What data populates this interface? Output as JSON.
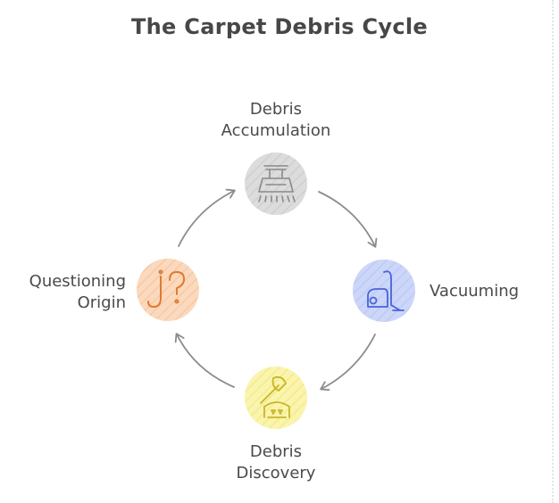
{
  "title": "The Carpet Debris Cycle",
  "nodes": [
    {
      "id": "accumulation",
      "label_lines": [
        "Debris",
        "Accumulation"
      ],
      "icon": "carpet-fringe-icon",
      "color": "#d6d6d6",
      "stroke": "#8a8a8a"
    },
    {
      "id": "vacuuming",
      "label_lines": [
        "Vacuuming"
      ],
      "icon": "vacuum-cleaner-icon",
      "color": "#c4cff7",
      "stroke": "#4a63d9"
    },
    {
      "id": "discovery",
      "label_lines": [
        "Debris",
        "Discovery"
      ],
      "icon": "axe-rubble-icon",
      "color": "#f8f1a1",
      "stroke": "#c9b52a"
    },
    {
      "id": "questioning",
      "label_lines": [
        "Questioning",
        "Origin"
      ],
      "icon": "question-hook-icon",
      "color": "#fbd3b4",
      "stroke": "#e07a2e"
    }
  ],
  "arrow_color": "#8c8c8c"
}
